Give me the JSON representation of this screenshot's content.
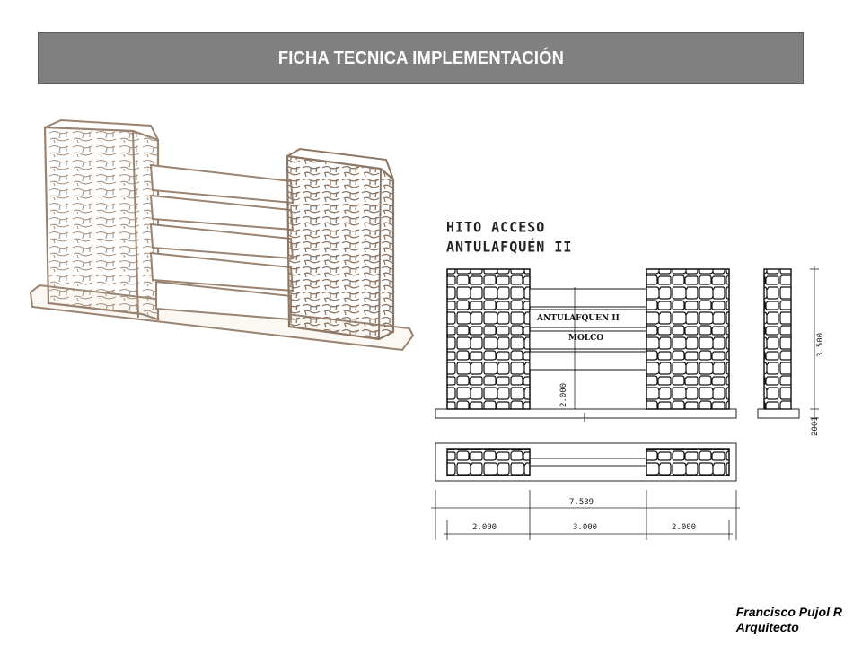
{
  "header": {
    "title": "FICHA TECNICA IMPLEMENTACIÓN"
  },
  "plan": {
    "title_line1": "HITO ACCESO",
    "title_line2": "ANTULAFQUÉN II",
    "sign_line1": "ANTULAFQUEN II",
    "sign_line2": "MOLCO",
    "dims": {
      "height_inner": "2.000",
      "height_total": "3.500",
      "base": "2001",
      "total_width": "7.539",
      "left_pillar": "2.000",
      "middle": "3.000",
      "right_pillar": "2.000"
    }
  },
  "credits": {
    "author": "Francisco Pujol R",
    "role": "Arquitecto"
  },
  "colors": {
    "title_bg": "#808080",
    "sketch": "#9a8370",
    "line": "#222222"
  }
}
